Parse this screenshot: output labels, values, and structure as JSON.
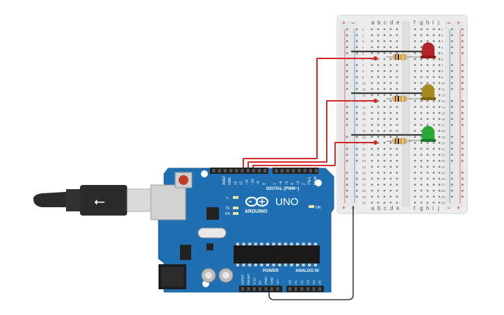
{
  "breadboard": {
    "column_letters_left": [
      "a",
      "b",
      "c",
      "d",
      "e"
    ],
    "column_letters_right": [
      "f",
      "g",
      "h",
      "i",
      "j"
    ],
    "row_count": 30,
    "rail_plus": "+",
    "rail_minus": "−"
  },
  "arduino": {
    "logo_text": "ARDUINO",
    "model": "UNO",
    "digital_label": "DIGITAL (PWM~)",
    "power_label": "POWER",
    "analog_label": "ANALOG IN",
    "on_label": "ON",
    "led_labels": [
      "L",
      "TX",
      "RX"
    ],
    "top_header_labels": [
      "AREF",
      "GND",
      "13",
      "12",
      "~11",
      "~10",
      "~9",
      "8",
      "7",
      "~6",
      "~5",
      "4",
      "~3",
      "2",
      "TX▸1",
      "RX◂0"
    ],
    "power_header_labels": [
      "IOREF",
      "RESET",
      "3.3V",
      "5V",
      "GND",
      "GND",
      "Vin"
    ],
    "analog_header_labels": [
      "A0",
      "A1",
      "A2",
      "A3",
      "A4",
      "A5"
    ]
  },
  "leds": [
    {
      "color": "#b4232a",
      "name": "red"
    },
    {
      "color": "#a8891f",
      "name": "yellow"
    },
    {
      "color": "#2aa83a",
      "name": "green"
    }
  ],
  "colors": {
    "board_blue": "#1f6fb2",
    "wire_red": "#d22a2a",
    "wire_black": "#3a3a3a",
    "breadboard": "#eeeeee"
  }
}
